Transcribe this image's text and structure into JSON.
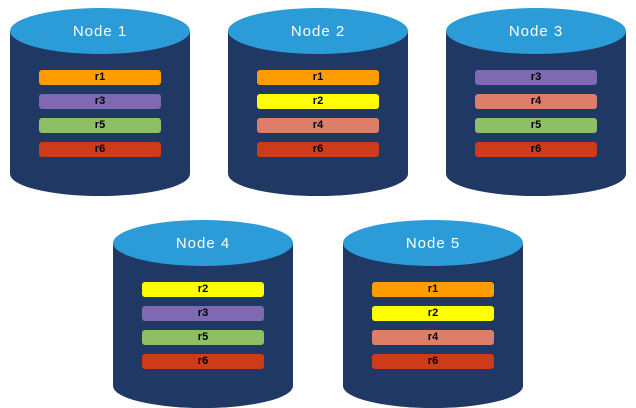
{
  "palette": {
    "cylinder_body": "#1F3864",
    "cylinder_top": "#2B9CD8",
    "title_text": "#FFFFFF",
    "bar_text": "#000000"
  },
  "replica_colors": {
    "r1": "#FF9C00",
    "r2": "#FFFF00",
    "r3": "#7E69B2",
    "r4": "#DD7E6B",
    "r5": "#8EBF66",
    "r6": "#CE3B1B"
  },
  "nodes": [
    {
      "title": "Node 1",
      "replicas": [
        "r1",
        "r3",
        "r5",
        "r6"
      ]
    },
    {
      "title": "Node 2",
      "replicas": [
        "r1",
        "r2",
        "r4",
        "r6"
      ]
    },
    {
      "title": "Node 3",
      "replicas": [
        "r3",
        "r4",
        "r5",
        "r6"
      ]
    },
    {
      "title": "Node 4",
      "replicas": [
        "r2",
        "r3",
        "r5",
        "r6"
      ]
    },
    {
      "title": "Node 5",
      "replicas": [
        "r1",
        "r2",
        "r4",
        "r6"
      ]
    }
  ]
}
